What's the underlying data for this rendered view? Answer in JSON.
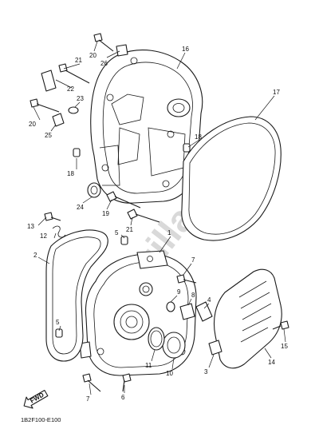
{
  "diagram": {
    "code": "1B2F100-E100",
    "fwd_label": "FWD",
    "watermark": "partzilla.com",
    "callouts": [
      {
        "id": "c16",
        "label": "16"
      },
      {
        "id": "c17",
        "label": "17"
      },
      {
        "id": "c18a",
        "label": "18"
      },
      {
        "id": "c18b",
        "label": "18"
      },
      {
        "id": "c19",
        "label": "19"
      },
      {
        "id": "c20a",
        "label": "20"
      },
      {
        "id": "c20b",
        "label": "20"
      },
      {
        "id": "c21a",
        "label": "21"
      },
      {
        "id": "c21b",
        "label": "21"
      },
      {
        "id": "c22",
        "label": "22"
      },
      {
        "id": "c23",
        "label": "23"
      },
      {
        "id": "c24",
        "label": "24"
      },
      {
        "id": "c25",
        "label": "25"
      },
      {
        "id": "c26",
        "label": "26"
      },
      {
        "id": "c1",
        "label": "1"
      },
      {
        "id": "c2",
        "label": "2"
      },
      {
        "id": "c3",
        "label": "3"
      },
      {
        "id": "c4",
        "label": "4"
      },
      {
        "id": "c5a",
        "label": "5"
      },
      {
        "id": "c5b",
        "label": "5"
      },
      {
        "id": "c6",
        "label": "6"
      },
      {
        "id": "c7a",
        "label": "7"
      },
      {
        "id": "c7b",
        "label": "7"
      },
      {
        "id": "c8",
        "label": "8"
      },
      {
        "id": "c9",
        "label": "9"
      },
      {
        "id": "c10",
        "label": "10"
      },
      {
        "id": "c11",
        "label": "11"
      },
      {
        "id": "c12",
        "label": "12"
      },
      {
        "id": "c13",
        "label": "13"
      },
      {
        "id": "c14",
        "label": "14"
      },
      {
        "id": "c15",
        "label": "15"
      }
    ]
  }
}
